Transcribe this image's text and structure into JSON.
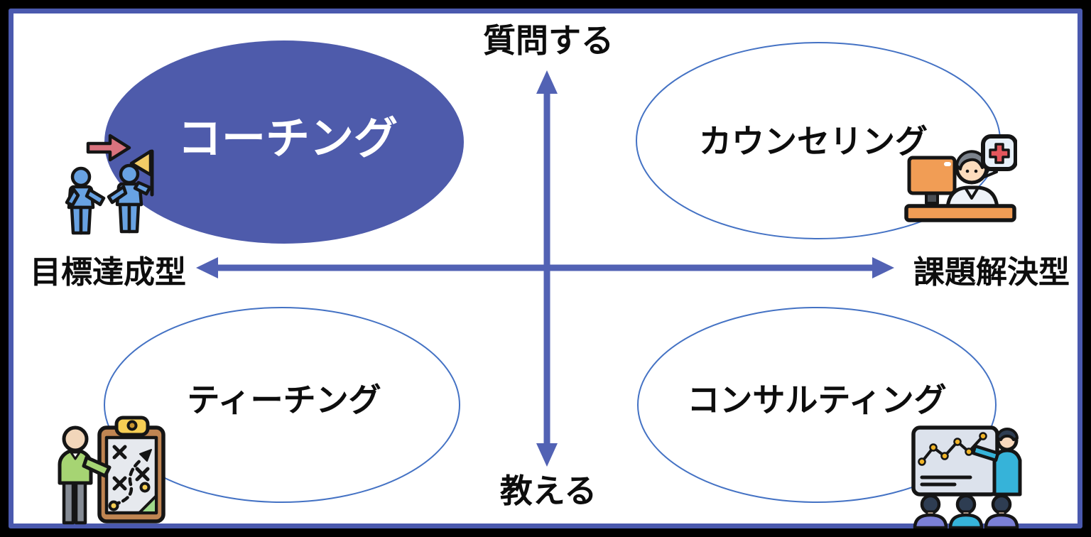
{
  "frame": {
    "background": "#000000",
    "border_color": "#4a59ae",
    "panel_color": "#ffffff"
  },
  "axes": {
    "color": "#5262b4",
    "top_label": "質問する",
    "bottom_label": "教える",
    "left_label": "目標達成型",
    "right_label": "課題解決型"
  },
  "quadrants": [
    {
      "id": "coaching",
      "label": "コーチング",
      "style": "filled-ellipse",
      "fill_color": "#4e5bab",
      "text_color": "#ffffff",
      "icon": "goal-people-flag-icon"
    },
    {
      "id": "counseling",
      "label": "カウンセリング",
      "style": "outlined-ellipse",
      "outline_color": "#4472c4",
      "text_color": "#0d0d0d",
      "icon": "doctor-counseling-icon"
    },
    {
      "id": "teaching",
      "label": "ティーチング",
      "style": "outlined-ellipse",
      "outline_color": "#4472c4",
      "text_color": "#0d0d0d",
      "icon": "teacher-strategy-board-icon"
    },
    {
      "id": "consulting",
      "label": "コンサルティング",
      "style": "outlined-ellipse",
      "outline_color": "#4472c4",
      "text_color": "#0d0d0d",
      "icon": "consultant-presentation-icon"
    }
  ]
}
